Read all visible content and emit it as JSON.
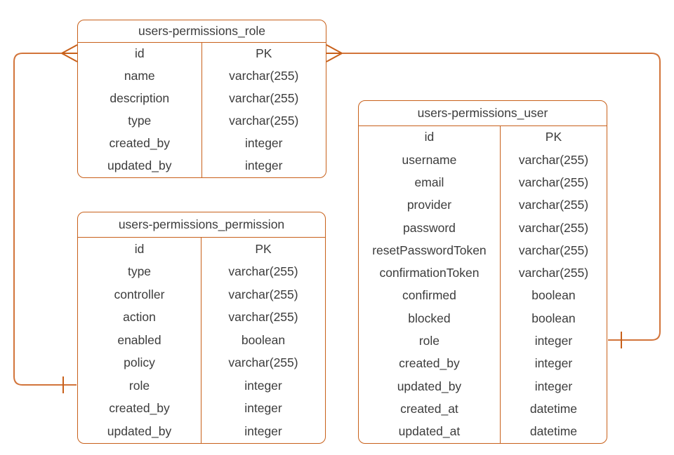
{
  "diagram": {
    "kind": "entity-relationship-diagram",
    "accent_color": "#C8601A",
    "connector_color": "#D2743A",
    "text_color": "#3C3C3C",
    "background_color": "#FFFFFF"
  },
  "tables": [
    {
      "title": "users-permissions_role",
      "fields": [
        {
          "name": "id",
          "type": "PK"
        },
        {
          "name": "name",
          "type": "varchar(255)"
        },
        {
          "name": "description",
          "type": "varchar(255)"
        },
        {
          "name": "type",
          "type": "varchar(255)"
        },
        {
          "name": "created_by",
          "type": "integer"
        },
        {
          "name": "updated_by",
          "type": "integer"
        }
      ]
    },
    {
      "title": "users-permissions_permission",
      "fields": [
        {
          "name": "id",
          "type": "PK"
        },
        {
          "name": "type",
          "type": "varchar(255)"
        },
        {
          "name": "controller",
          "type": "varchar(255)"
        },
        {
          "name": "action",
          "type": "varchar(255)"
        },
        {
          "name": "enabled",
          "type": "boolean"
        },
        {
          "name": "policy",
          "type": "varchar(255)"
        },
        {
          "name": "role",
          "type": "integer"
        },
        {
          "name": "created_by",
          "type": "integer"
        },
        {
          "name": "updated_by",
          "type": "integer"
        }
      ]
    },
    {
      "title": "users-permissions_user",
      "fields": [
        {
          "name": "id",
          "type": "PK"
        },
        {
          "name": "username",
          "type": "varchar(255)"
        },
        {
          "name": "email",
          "type": "varchar(255)"
        },
        {
          "name": "provider",
          "type": "varchar(255)"
        },
        {
          "name": "password",
          "type": "varchar(255)"
        },
        {
          "name": "resetPasswordToken",
          "type": "varchar(255)"
        },
        {
          "name": "confirmationToken",
          "type": "varchar(255)"
        },
        {
          "name": "confirmed",
          "type": "boolean"
        },
        {
          "name": "blocked",
          "type": "boolean"
        },
        {
          "name": "role",
          "type": "integer"
        },
        {
          "name": "created_by",
          "type": "integer"
        },
        {
          "name": "updated_by",
          "type": "integer"
        },
        {
          "name": "created_at",
          "type": "datetime"
        },
        {
          "name": "updated_at",
          "type": "datetime"
        }
      ]
    }
  ],
  "relationships": [
    {
      "from_table": "users-permissions_role",
      "from_field": "id",
      "from_cardinality": "many",
      "to_table": "users-permissions_permission",
      "to_field": "role",
      "to_cardinality": "one"
    },
    {
      "from_table": "users-permissions_role",
      "from_field": "id",
      "from_cardinality": "many",
      "to_table": "users-permissions_user",
      "to_field": "role",
      "to_cardinality": "one"
    }
  ]
}
